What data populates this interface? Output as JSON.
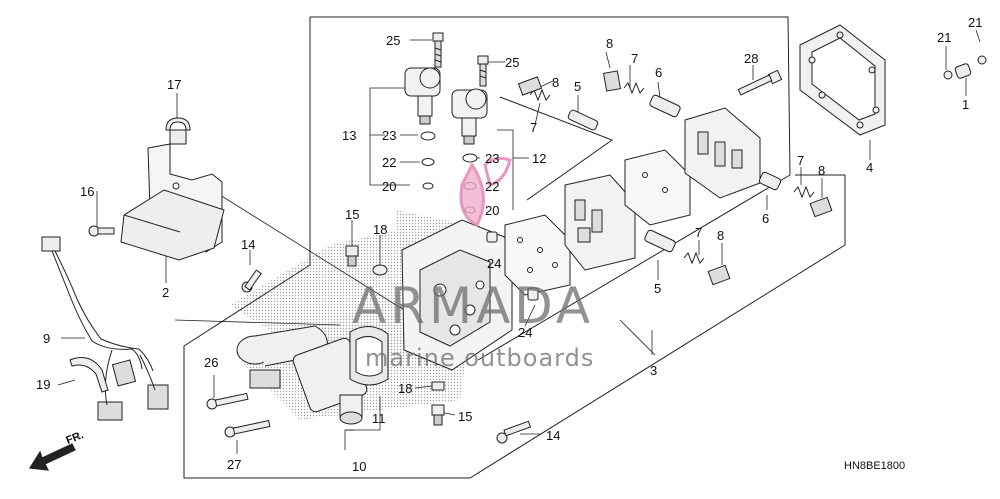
{
  "diagram_code": "HN8BE1800",
  "direction_label": "FR.",
  "watermark": {
    "brand": "ARMADA",
    "tagline": "marine outboards"
  },
  "callouts": [
    {
      "id": "c25a",
      "text": "25"
    },
    {
      "id": "c25b",
      "text": "25"
    },
    {
      "id": "c17",
      "text": "17"
    },
    {
      "id": "c13",
      "text": "13"
    },
    {
      "id": "c23a",
      "text": "23"
    },
    {
      "id": "c22a",
      "text": "22"
    },
    {
      "id": "c20a",
      "text": "20"
    },
    {
      "id": "c23b",
      "text": "23"
    },
    {
      "id": "c12",
      "text": "12"
    },
    {
      "id": "c22b",
      "text": "22"
    },
    {
      "id": "c20b",
      "text": "20"
    },
    {
      "id": "c16",
      "text": "16"
    },
    {
      "id": "c15a",
      "text": "15"
    },
    {
      "id": "c18a",
      "text": "18"
    },
    {
      "id": "c14a",
      "text": "14"
    },
    {
      "id": "c2",
      "text": "2"
    },
    {
      "id": "c9",
      "text": "9"
    },
    {
      "id": "c19",
      "text": "19"
    },
    {
      "id": "c26",
      "text": "26"
    },
    {
      "id": "c27",
      "text": "27"
    },
    {
      "id": "c10",
      "text": "10"
    },
    {
      "id": "c11",
      "text": "11"
    },
    {
      "id": "c18b",
      "text": "18"
    },
    {
      "id": "c15b",
      "text": "15"
    },
    {
      "id": "c14b",
      "text": "14"
    },
    {
      "id": "c24a",
      "text": "24"
    },
    {
      "id": "c24b",
      "text": "24"
    },
    {
      "id": "c3",
      "text": "3"
    },
    {
      "id": "c8a",
      "text": "8"
    },
    {
      "id": "c7a",
      "text": "7"
    },
    {
      "id": "c5a",
      "text": "5"
    },
    {
      "id": "c8b",
      "text": "8"
    },
    {
      "id": "c7b",
      "text": "7"
    },
    {
      "id": "c6a",
      "text": "6"
    },
    {
      "id": "c28",
      "text": "28"
    },
    {
      "id": "c4",
      "text": "4"
    },
    {
      "id": "c21a",
      "text": "21"
    },
    {
      "id": "c21b",
      "text": "21"
    },
    {
      "id": "c1",
      "text": "1"
    },
    {
      "id": "c7c",
      "text": "7"
    },
    {
      "id": "c8c",
      "text": "8"
    },
    {
      "id": "c6b",
      "text": "6"
    },
    {
      "id": "c7d",
      "text": "7"
    },
    {
      "id": "c8d",
      "text": "8"
    },
    {
      "id": "c5b",
      "text": "5"
    }
  ]
}
